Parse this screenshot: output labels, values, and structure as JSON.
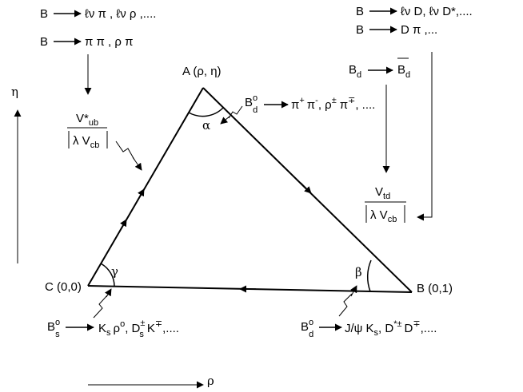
{
  "colors": {
    "ink": "#000000",
    "background": "#ffffff"
  },
  "axes": {
    "eta": "η",
    "rho": "ρ"
  },
  "vertices": {
    "a": "A (ρ, η)",
    "b": "B (0,1)",
    "c": "C (0,0)"
  },
  "angles": {
    "alpha": "α",
    "beta": "β",
    "gamma": "γ"
  },
  "top_left": {
    "line1_b": "B",
    "line1_modes": "ℓν π , ℓν ρ ,....",
    "line2_b": "B",
    "line2_modes": "π π , ρ π"
  },
  "top_right": {
    "line1_b": "B",
    "line1_modes": "ℓν D, ℓν D*,....",
    "line2_b": "B",
    "line2_modes": "D π ,..."
  },
  "mixing": {
    "bd": "B",
    "bd_sub": "d",
    "bdbar": "B",
    "bdbar_sub": "d"
  },
  "vub": {
    "num_base": "V*",
    "num_sub": "ub",
    "den_prefix": "λ V",
    "den_sub": "cb"
  },
  "vtd": {
    "num_base": "V",
    "num_sub": "td",
    "den_prefix": "λ V",
    "den_sub": "cb"
  },
  "alpha_decay": {
    "b": "B",
    "b_sup": "o",
    "b_sub": "d",
    "pi1": "π",
    "pi1_sup": "+",
    "pi2": "π",
    "pi2_sup": "-",
    "rho": ", ρ",
    "rho_sup": "±",
    "pi3": "π",
    "pi3_sup": "∓",
    "tail": ", ...."
  },
  "gamma_decay": {
    "b": "B",
    "b_sup": "o",
    "b_sub": "s",
    "k": "K",
    "k_sub": "s",
    "rho": "ρ",
    "rho_sup": "o",
    "d": ", D",
    "d_sup": "±",
    "d_sub": "s",
    "k2": "K",
    "k2_sup": "∓",
    "tail": ",...."
  },
  "beta_decay": {
    "b": "B",
    "b_sup": "o",
    "b_sub": "d",
    "jpsi": "J/ψ K",
    "jpsi_sub": "s",
    "d1": ", D",
    "d1_sup": "*±",
    "d2": "D",
    "d2_sup": "∓",
    "tail": ",...."
  }
}
